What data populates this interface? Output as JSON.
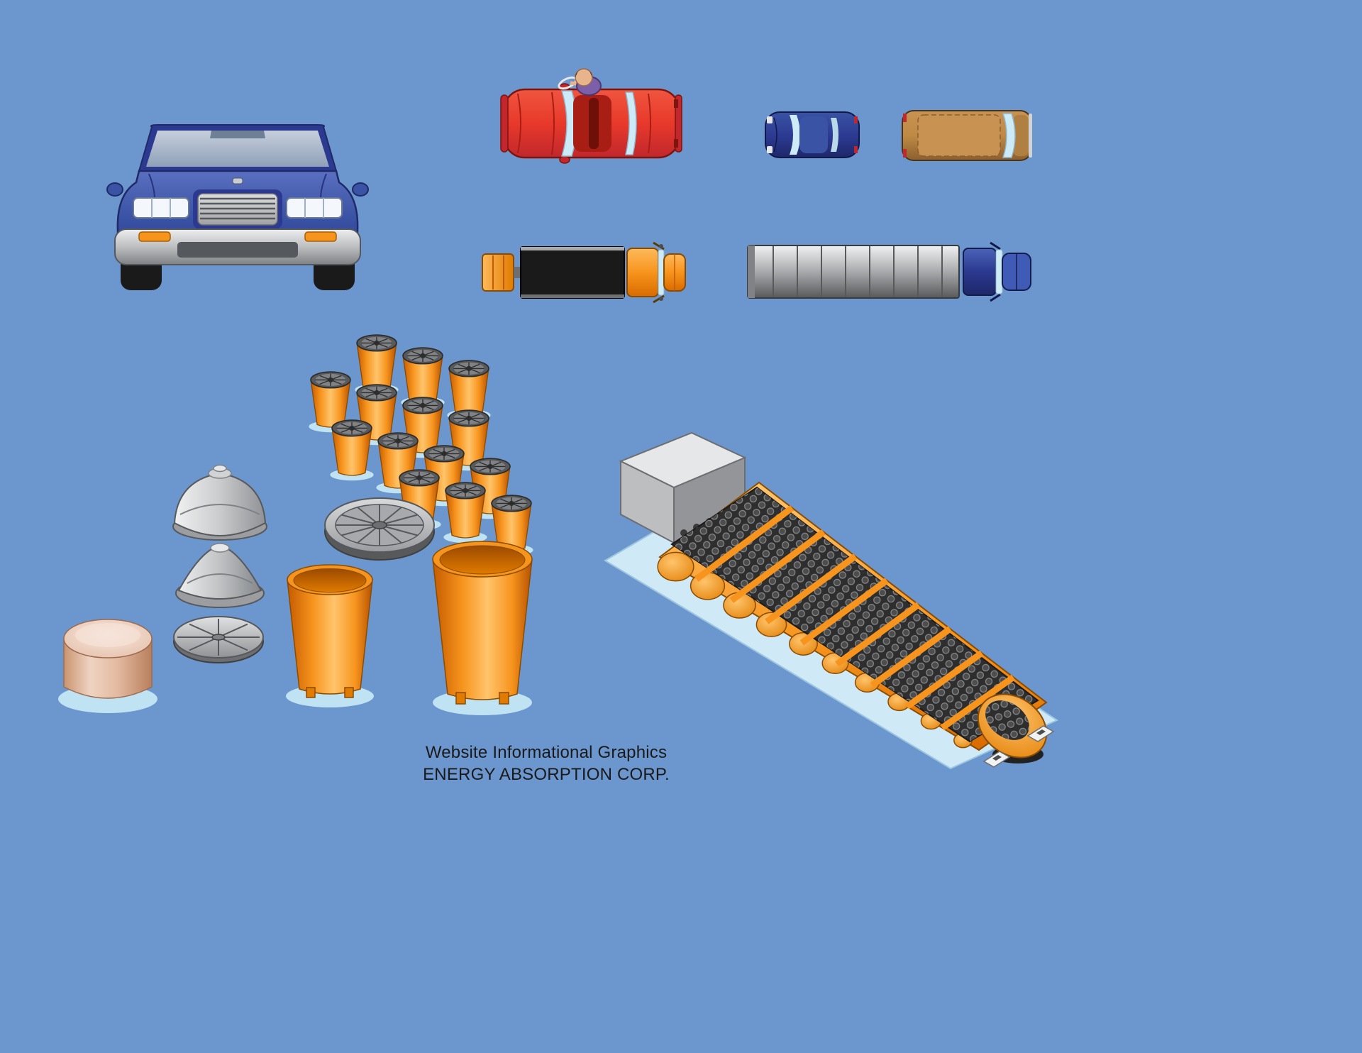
{
  "caption": {
    "line1": "Website Informational Graphics",
    "line2": "ENERGY ABSORPTION CORP."
  },
  "colors": {
    "background": "#6C96CE",
    "accent_orange": "#F7941D",
    "pad_light_blue": "#C9E8F5",
    "car_blue": "#2B3990",
    "convertible_red": "#E8392B",
    "silver": "#BCBEC0",
    "van_tan": "#BE8A45",
    "core_pink": "#E9C6B4",
    "dark_gray": "#2E2E2E"
  },
  "illustrations": [
    {
      "name": "sedan-front-view-illustration"
    },
    {
      "name": "convertible-top-view-with-driver-illustration"
    },
    {
      "name": "blue-car-top-view-illustration"
    },
    {
      "name": "brown-van-top-view-illustration"
    },
    {
      "name": "truck-black-trailer-with-attenuator-top-view-illustration"
    },
    {
      "name": "truck-silver-trailer-top-view-illustration"
    },
    {
      "name": "crash-barrel-array-illustration"
    },
    {
      "name": "barrel-dome-lid-large-illustration"
    },
    {
      "name": "barrel-cone-lid-illustration"
    },
    {
      "name": "barrel-flat-radial-lid-illustration"
    },
    {
      "name": "barrel-segmented-lid-small-illustration"
    },
    {
      "name": "sand-core-cylinder-illustration"
    },
    {
      "name": "open-crash-barrel-medium-illustration"
    },
    {
      "name": "open-crash-barrel-large-illustration"
    },
    {
      "name": "crash-attenuator-isometric-illustration"
    }
  ]
}
